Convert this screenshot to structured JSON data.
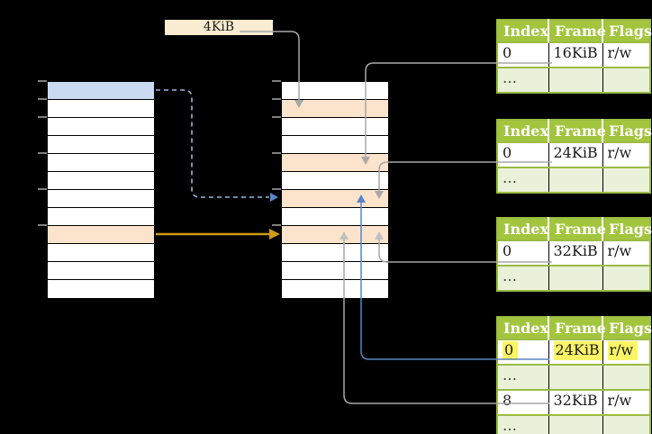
{
  "colors": {
    "bg": "#000000",
    "cell_blue": "#C9DAF1",
    "cell_orange": "#FBE3CC",
    "label_cream": "#FAECD0",
    "table_header_green": "#A3C53E",
    "table_border_green": "#9BBB44",
    "table_row_green": "#EAF1D9",
    "highlight_yellow": "#FBF565",
    "line_gray": "#A8A8A8",
    "arrow_gray_light": "#C0C0C0",
    "line_blue": "#5B84C2",
    "line_blue_dashed": "#9DB6DC",
    "arrow_blue": "#5C85C6",
    "arrow_gold": "#D09A10",
    "tick_gray": "#7F7F7F",
    "text_dark": "#1A1A1A",
    "ellipsis_gray": "#3F3F3F"
  },
  "page_size_label": {
    "text": "4KiB"
  },
  "memory_columns": {
    "virtual": {
      "rows": 12,
      "blue_rows": [
        0
      ],
      "orange_rows": [
        8
      ],
      "tick_rows": [
        0,
        1,
        2,
        4,
        6,
        8
      ]
    },
    "physical": {
      "rows": 12,
      "blue_rows": [],
      "orange_rows": [
        1,
        4,
        6,
        8
      ],
      "tick_rows": [
        0,
        1,
        2,
        4,
        6,
        8
      ]
    }
  },
  "table_headers": [
    "Index",
    "Frame",
    "Flags"
  ],
  "page_tables": [
    {
      "name": "page-table-at-16kib",
      "rows": [
        {
          "index": "0",
          "frame": "16KiB",
          "flags": "r/w"
        },
        {
          "index": "…",
          "frame": "",
          "flags": "",
          "muted": true
        }
      ]
    },
    {
      "name": "page-table-at-24kib",
      "rows": [
        {
          "index": "0",
          "frame": "24KiB",
          "flags": "r/w"
        },
        {
          "index": "…",
          "frame": "",
          "flags": "",
          "muted": true
        }
      ]
    },
    {
      "name": "page-table-at-32kib",
      "rows": [
        {
          "index": "0",
          "frame": "32KiB",
          "flags": "r/w"
        },
        {
          "index": "…",
          "frame": "",
          "flags": "",
          "muted": true
        }
      ]
    },
    {
      "name": "page-table-level2",
      "rows": [
        {
          "index": "0",
          "frame": "24KiB",
          "flags": "r/w",
          "highlight": true
        },
        {
          "index": "…",
          "frame": "",
          "flags": "",
          "muted": true
        },
        {
          "index": "8",
          "frame": "32KiB",
          "flags": "r/w"
        },
        {
          "index": "…",
          "frame": "",
          "flags": "",
          "muted": true
        }
      ]
    }
  ]
}
